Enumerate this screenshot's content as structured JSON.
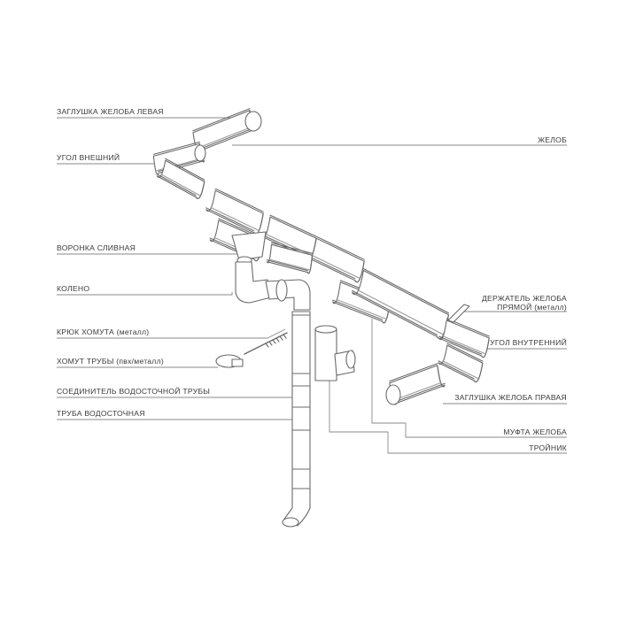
{
  "diagram": {
    "colors": {
      "line": "#6a6a6a",
      "leader": "#8a8a8a",
      "text": "#3a3a3a",
      "fill": "#ffffff"
    },
    "labels_left": {
      "end_cap_left": "ЗАГЛУШКА ЖЕЛОБА ЛЕВАЯ",
      "outer_corner": "УГОЛ ВНЕШНИЙ",
      "funnel": "ВОРОНКА СЛИВНАЯ",
      "elbow": "КОЛЕНО",
      "clamp_hook": "КРЮК ХОМУТА (металл)",
      "pipe_clamp": "ХОМУТ ТРУБЫ (пвх/металл)",
      "pipe_connector": "СОЕДИНИТЕЛЬ ВОДОСТОЧНОЙ ТРУБЫ",
      "downpipe": "ТРУБА ВОДОСТОЧНАЯ"
    },
    "labels_right": {
      "gutter": "ЖЕЛОБ",
      "bracket_line1": "ДЕРЖАТЕЛЬ ЖЕЛОБА",
      "bracket_line2": "ПРЯМОЙ (металл)",
      "inner_corner": "УГОЛ ВНУТРЕННИЙ",
      "end_cap_right": "ЗАГЛУШКА ЖЕЛОБА ПРАВАЯ",
      "gutter_coupling": "МУФТА ЖЕЛОБА",
      "tee": "ТРОЙНИК"
    }
  }
}
